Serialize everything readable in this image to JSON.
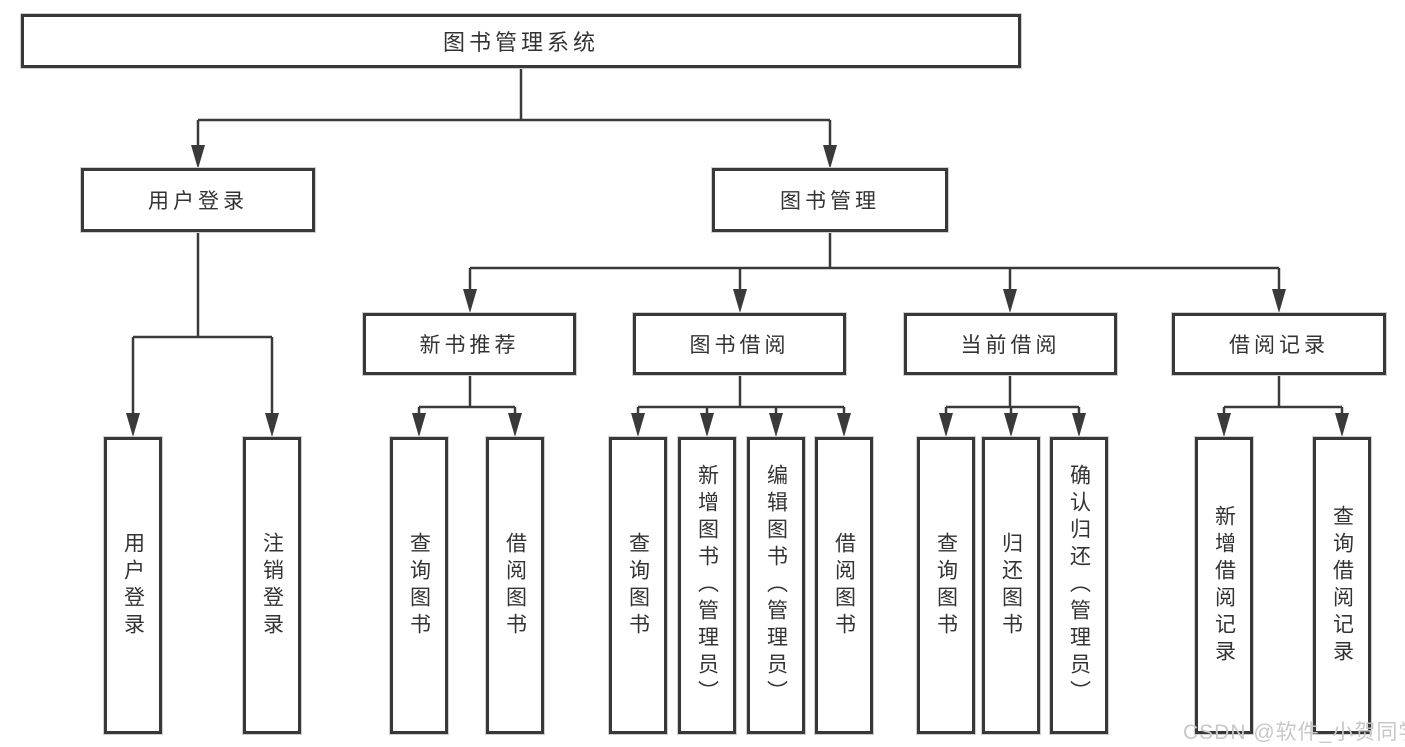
{
  "diagram": {
    "type": "org-tree",
    "title": "图书管理系统",
    "watermark": "CSDN @软件_小贺同学",
    "colors": {
      "background": "#ffffff",
      "line": "#3a3a3a",
      "box_border": "#383838",
      "text": "#333333",
      "watermark": "#c8c8c8"
    },
    "tree": {
      "root": {
        "label": "图书管理系统",
        "children": [
          {
            "label": "用户登录",
            "children": [
              {
                "label": "用户登录"
              },
              {
                "label": "注销登录"
              }
            ]
          },
          {
            "label": "图书管理",
            "children": [
              {
                "label": "新书推荐",
                "children": [
                  {
                    "label": "查询图书"
                  },
                  {
                    "label": "借阅图书"
                  }
                ]
              },
              {
                "label": "图书借阅",
                "children": [
                  {
                    "label": "查询图书"
                  },
                  {
                    "label": "新增图书（管理员）"
                  },
                  {
                    "label": "编辑图书（管理员）"
                  },
                  {
                    "label": "借阅图书"
                  }
                ]
              },
              {
                "label": "当前借阅",
                "children": [
                  {
                    "label": "查询图书"
                  },
                  {
                    "label": "归还图书"
                  },
                  {
                    "label": "确认归还（管理员）"
                  }
                ]
              },
              {
                "label": "借阅记录",
                "children": [
                  {
                    "label": "新增借阅记录"
                  },
                  {
                    "label": "查询借阅记录"
                  }
                ]
              }
            ]
          }
        ]
      }
    }
  }
}
